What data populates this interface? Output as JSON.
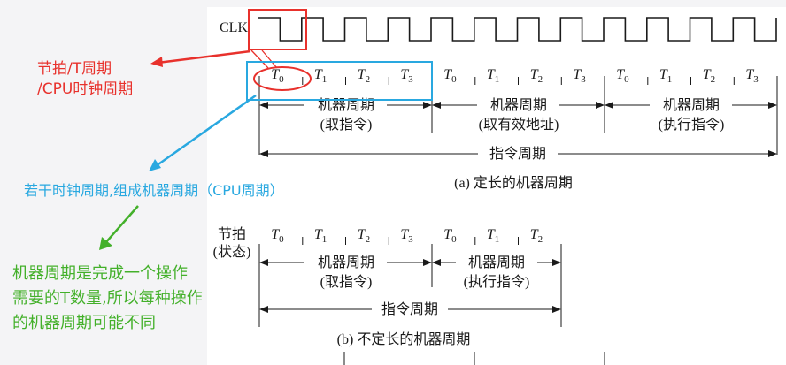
{
  "clock": {
    "label": "CLK"
  },
  "states": {
    "a": [
      "0",
      "1",
      "2",
      "3",
      "0",
      "1",
      "2",
      "3",
      "0",
      "1",
      "2",
      "3"
    ],
    "b": [
      "0",
      "1",
      "2",
      "3",
      "0",
      "1",
      "2"
    ]
  },
  "state_letter": "T",
  "diagram_a": {
    "machine_cycle": "机器周期",
    "sub_fetch": "(取指令)",
    "sub_addr": "(取有效地址)",
    "sub_exec": "(执行指令)",
    "instruction_cycle": "指令周期",
    "caption": "(a) 定长的机器周期"
  },
  "diagram_b": {
    "beat_label_1": "节拍",
    "beat_label_2": "(状态)",
    "machine_cycle": "机器周期",
    "sub_fetch": "(取指令)",
    "sub_exec": "(执行指令)",
    "instruction_cycle": "指令周期",
    "caption": "(b) 不定长的机器周期"
  },
  "annotations": {
    "red_1": "节拍/T周期",
    "red_2": "/CPU时钟周期",
    "blue": "若干时钟周期,组成机器周期（CPU周期）",
    "green_1": "机器周期是完成一个操作",
    "green_2": "需要的T数量,所以每种操作",
    "green_3": "的机器周期可能不同"
  },
  "colors": {
    "red": "#e8312c",
    "blue": "#29a8e0",
    "green": "#43b02a",
    "ink": "#1a1a1a"
  }
}
